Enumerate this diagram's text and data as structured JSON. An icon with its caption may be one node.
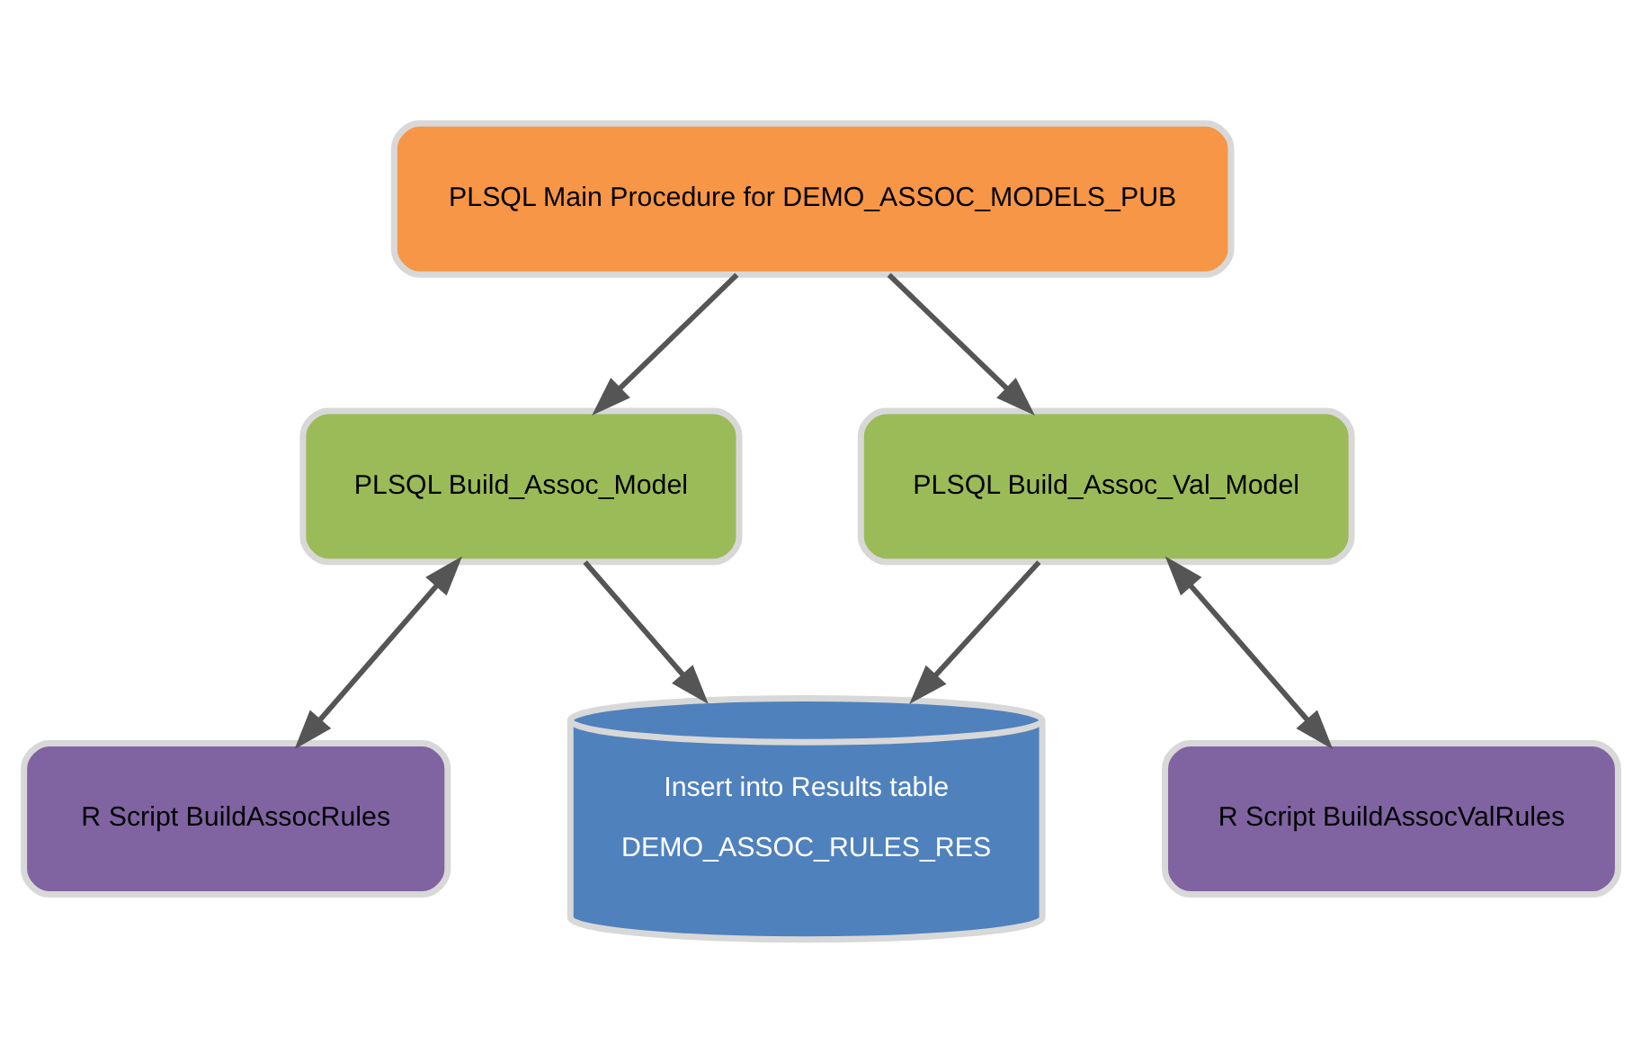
{
  "diagram": {
    "nodes": [
      {
        "text": [
          "PLSQL Main Procedure for DEMO_ASSOC_MODELS_PUB"
        ]
      },
      {
        "text": [
          "PLSQL Build_Assoc_Model"
        ]
      },
      {
        "text": [
          "PLSQL Build_Assoc_Val_Model"
        ]
      },
      {
        "text": [
          "Insert into Results table",
          "DEMO_ASSOC_RULES_RES"
        ]
      },
      {
        "text": [
          "R Script BuildAssocRules"
        ]
      },
      {
        "text": [
          "R Script BuildAssocValRules"
        ]
      }
    ],
    "edges": [
      {
        "from": 0,
        "to": 1,
        "arrow": "to"
      },
      {
        "from": 0,
        "to": 2,
        "arrow": "to"
      },
      {
        "from": 1,
        "to": 3,
        "arrow": "to"
      },
      {
        "from": 2,
        "to": 3,
        "arrow": "to"
      },
      {
        "from": 1,
        "to": 4,
        "arrow": "both"
      },
      {
        "from": 2,
        "to": 5,
        "arrow": "both"
      }
    ]
  }
}
